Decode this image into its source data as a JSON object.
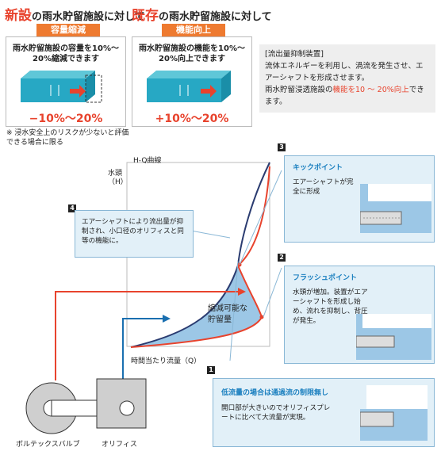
{
  "new_facility": {
    "title_big": "新設",
    "title_rest": "の雨水貯留施設に対して",
    "tag": "容量縮減",
    "text": "雨水貯留施設の容量を10%～20%縮減できます",
    "percent": "−10%～20%"
  },
  "existing_facility": {
    "title_big": "既存",
    "title_rest": "の雨水貯留施設に対して",
    "tag": "機能向上",
    "text": "雨水貯留施設の機能を10%～20%向上できます",
    "percent": "+10%～20%"
  },
  "note": "※ 浸水安全上のリスクが少ないと評価できる場合に限る",
  "device": {
    "heading": "[流出量抑制装置]",
    "line1": "流体エネルギーを利用し、渦流を発生させ、エアーシャフトを形成させます。",
    "line2a": "雨水貯留浸透施設の",
    "line2b": "機能を10 ～ 20%向上",
    "line2c": "できます。",
    "highlight_color": "#e8432d"
  },
  "chart": {
    "title": "H-Q曲線",
    "ylabel": "水頭（H）",
    "xlabel": "時間当たり流量（Q）",
    "area_label": "縮減可能な貯留量"
  },
  "callout_3": {
    "num": "3",
    "title": "キックポイント",
    "body": "エアーシャフトが完全に形成"
  },
  "callout_2": {
    "num": "2",
    "title": "フラッシュポイント",
    "body": "水頭が増加。装置がエアーシャフトを形成し始め、流れを抑制し、背圧が発生。"
  },
  "callout_1": {
    "num": "1",
    "title": "低流量の場合は通過流の制限無し",
    "body": "開口部が大きいのでオリフィスプレートに比べて大流量が実現。"
  },
  "callout_4": {
    "num": "4",
    "body": "エアーシャフトにより流出量が抑制され、小口径のオリフィスと同等の機能に。"
  },
  "labels": {
    "vortex": "ボルテックスバルブ",
    "orifice": "オリフィス"
  },
  "colors": {
    "accent_orange": "#ee7a30",
    "accent_red": "#e8432d",
    "accent_blue": "#1a7fbf",
    "callout_bg": "#e2f0f8"
  }
}
